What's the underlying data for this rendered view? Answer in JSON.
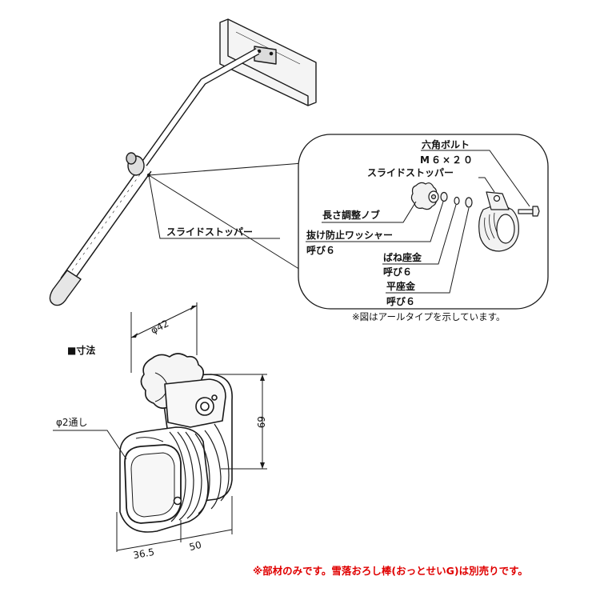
{
  "callouts": {
    "main_stopper": "スライドストッパー",
    "hex_bolt": "六角ボルト",
    "bolt_size": "M６×２０",
    "slide_stopper": "スライドストッパー",
    "length_knob": "長さ調整ノブ",
    "anti_washer": "抜け防止ワッシャー",
    "anti_washer_size": "呼び６",
    "spring_washer": "ばね座金",
    "spring_washer_size": "呼び６",
    "flat_washer": "平座金",
    "flat_washer_size": "呼び６"
  },
  "figure_note": "※図はアールタイプを示しています。",
  "dimensions": {
    "section_title": "■寸法",
    "width_top": "φ42",
    "hole_label": "φ2通し",
    "height": "69",
    "depth": "50",
    "front_width": "36.5"
  },
  "footer_note": "※部材のみです。雪落おろし棒(おっとせいG)は別売りです。",
  "colors": {
    "line": "#1a1a1a",
    "part_fill": "#f2f2f2",
    "note_red": "#e00000"
  }
}
